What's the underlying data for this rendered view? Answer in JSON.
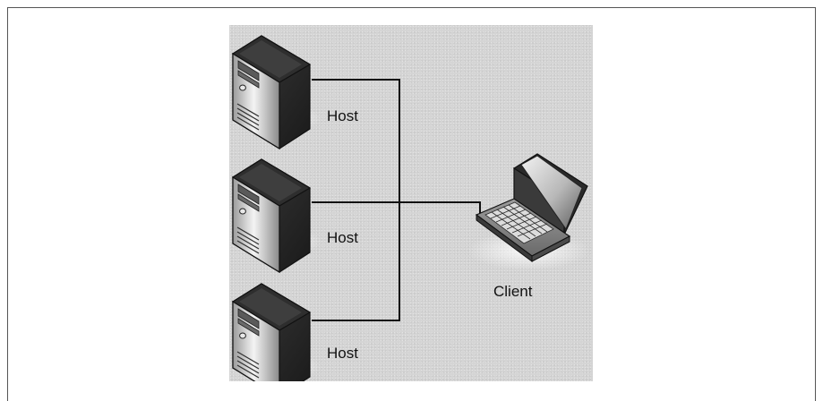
{
  "diagram": {
    "nodes": {
      "host1": {
        "label": "Host",
        "icon": "server-tower-icon"
      },
      "host2": {
        "label": "Host",
        "icon": "server-tower-icon"
      },
      "host3": {
        "label": "Host",
        "icon": "server-tower-icon"
      },
      "client": {
        "label": "Client",
        "icon": "laptop-icon"
      }
    },
    "edges": [
      {
        "from": "host1",
        "to": "client"
      },
      {
        "from": "host2",
        "to": "client"
      },
      {
        "from": "host3",
        "to": "client"
      }
    ]
  }
}
